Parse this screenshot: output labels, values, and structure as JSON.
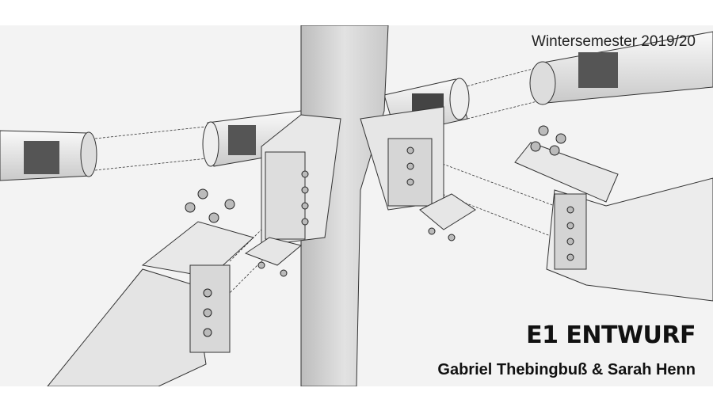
{
  "slide": {
    "semester": "Wintersemester 2019/20",
    "title": "E1 ENTWURF",
    "authors": "Gabriel Thebingbuß & Sarah Henn"
  }
}
